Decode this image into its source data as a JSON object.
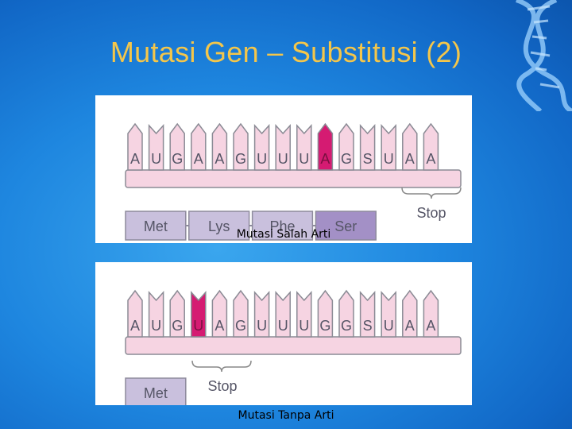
{
  "slide": {
    "title": "Mutasi Gen – Substitusi (2)"
  },
  "panel_top": {
    "bases": [
      "A",
      "U",
      "G",
      "A",
      "A",
      "G",
      "U",
      "U",
      "U",
      "A",
      "G",
      "S",
      "U",
      "A",
      "A"
    ],
    "mutated_index": 9,
    "codons": [
      "Met",
      "Lys",
      "Phe",
      "Ser"
    ],
    "highlighted_codon_index": 3,
    "stop_label": "Stop",
    "caption": "Mutasi Salah Arti",
    "colors": {
      "base_fill": "#f6d4e2",
      "base_stroke": "#8b8b95",
      "mutated_fill": "#d51b72",
      "codon_fill": "#c9c0dd",
      "codon_highlight_fill": "#a390c6"
    }
  },
  "panel_bottom": {
    "bases": [
      "A",
      "U",
      "G",
      "U",
      "A",
      "G",
      "U",
      "U",
      "U",
      "G",
      "G",
      "S",
      "U",
      "A",
      "A"
    ],
    "mutated_index": 3,
    "codons": [
      "Met"
    ],
    "stop_label": "Stop",
    "caption": "Mutasi Tanpa Arti"
  }
}
